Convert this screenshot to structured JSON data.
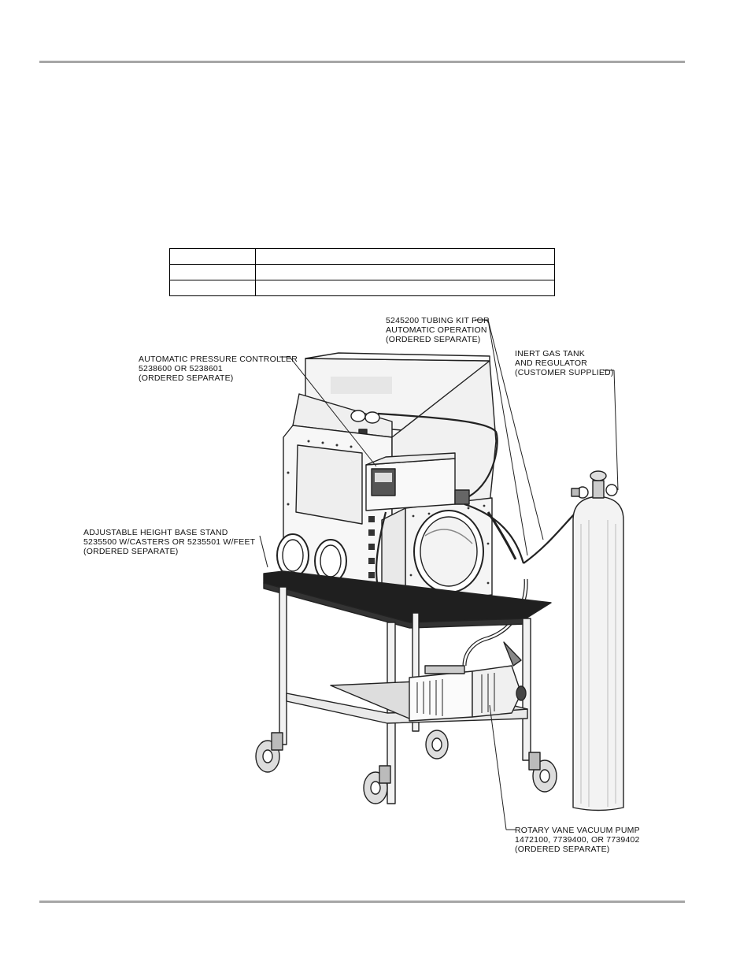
{
  "header": {
    "rule": true
  },
  "spec_table": {
    "rows": [
      [
        "",
        ""
      ],
      [
        "",
        ""
      ],
      [
        "",
        ""
      ]
    ]
  },
  "figure": {
    "callouts": {
      "tubing_kit": [
        "5245200 TUBING KIT FOR",
        "AUTOMATIC OPERATION",
        "(ORDERED SEPARATE)"
      ],
      "inert_gas": [
        "INERT GAS TANK",
        "AND REGULATOR",
        "(CUSTOMER SUPPLIED)"
      ],
      "pressure_controller": [
        "AUTOMATIC PRESSURE CONTROLLER",
        "5238600 OR 5238601",
        "(ORDERED SEPARATE)"
      ],
      "base_stand": [
        "ADJUSTABLE HEIGHT BASE STAND",
        "5235500 W/CASTERS OR 5235501 W/FEET",
        "(ORDERED SEPARATE)"
      ],
      "vacuum_pump": [
        "ROTARY VANE VACUUM PUMP",
        "1472100, 7739400, OR 7739402",
        "(ORDERED SEPARATE)"
      ]
    }
  },
  "footer": {
    "rule": true
  }
}
